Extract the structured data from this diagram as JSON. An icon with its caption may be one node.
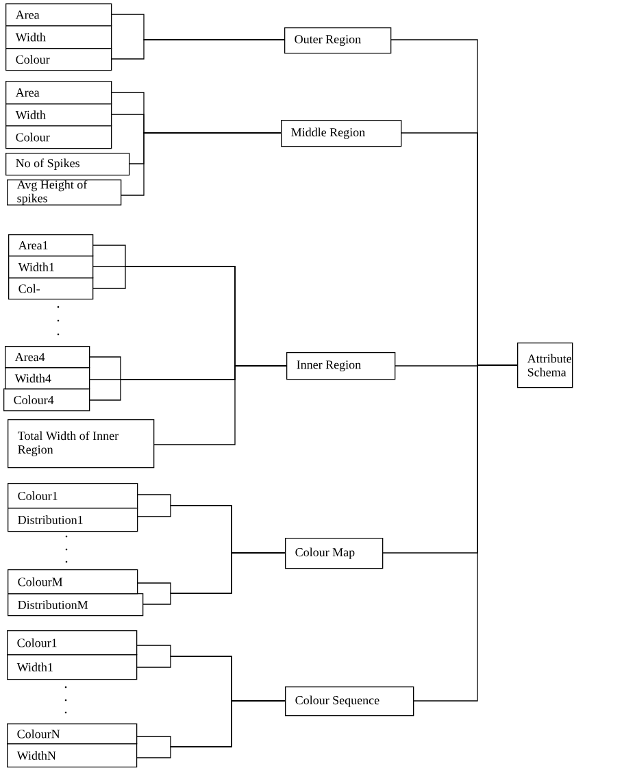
{
  "diagram": {
    "nodes": [
      {
        "text": [
          "Area"
        ]
      },
      {
        "text": [
          "Width"
        ]
      },
      {
        "text": [
          "Colour"
        ]
      },
      {
        "text": [
          "Outer Region"
        ]
      },
      {
        "text": [
          "Area"
        ]
      },
      {
        "text": [
          "Width"
        ]
      },
      {
        "text": [
          "Colour"
        ]
      },
      {
        "text": [
          "No of Spikes"
        ]
      },
      {
        "text": [
          "Avg Height of spikes"
        ]
      },
      {
        "text": [
          "Middle Region"
        ]
      },
      {
        "text": [
          "Area1"
        ]
      },
      {
        "text": [
          "Width1"
        ]
      },
      {
        "text": [
          "Col-"
        ]
      },
      {
        "text": [
          "Area4"
        ]
      },
      {
        "text": [
          "Width4"
        ]
      },
      {
        "text": [
          "Colour4"
        ]
      },
      {
        "text": [
          "Total Width of Inner Region"
        ]
      },
      {
        "text": [
          "Inner Region"
        ]
      },
      {
        "text": [
          "Colour1"
        ]
      },
      {
        "text": [
          "Distribution1"
        ]
      },
      {
        "text": [
          "ColourM"
        ]
      },
      {
        "text": [
          "DistributionM"
        ]
      },
      {
        "text": [
          "Colour Map"
        ]
      },
      {
        "text": [
          "Colour1"
        ]
      },
      {
        "text": [
          "Width1"
        ]
      },
      {
        "text": [
          "ColourN"
        ]
      },
      {
        "text": [
          "WidthN"
        ]
      },
      {
        "text": [
          "Colour Sequence"
        ]
      },
      {
        "text": [
          "Attribute Schema"
        ]
      }
    ],
    "edges": [
      {
        "from": 0,
        "to": 3,
        "arrow": "none"
      },
      {
        "from": 2,
        "to": 3,
        "arrow": "none"
      },
      {
        "from": 4,
        "to": 9,
        "arrow": "none"
      },
      {
        "from": 5,
        "to": 9,
        "arrow": "none"
      },
      {
        "from": 7,
        "to": 9,
        "arrow": "none"
      },
      {
        "from": 8,
        "to": 9,
        "arrow": "none"
      },
      {
        "from": 10,
        "to": 17,
        "arrow": "none"
      },
      {
        "from": 11,
        "to": 17,
        "arrow": "none"
      },
      {
        "from": 12,
        "to": 17,
        "arrow": "none"
      },
      {
        "from": 13,
        "to": 17,
        "arrow": "none"
      },
      {
        "from": 14,
        "to": 17,
        "arrow": "none"
      },
      {
        "from": 15,
        "to": 17,
        "arrow": "none"
      },
      {
        "from": 16,
        "to": 17,
        "arrow": "none"
      },
      {
        "from": 18,
        "to": 22,
        "arrow": "none"
      },
      {
        "from": 19,
        "to": 22,
        "arrow": "none"
      },
      {
        "from": 20,
        "to": 22,
        "arrow": "none"
      },
      {
        "from": 21,
        "to": 22,
        "arrow": "none"
      },
      {
        "from": 23,
        "to": 27,
        "arrow": "none"
      },
      {
        "from": 24,
        "to": 27,
        "arrow": "none"
      },
      {
        "from": 25,
        "to": 27,
        "arrow": "none"
      },
      {
        "from": 26,
        "to": 27,
        "arrow": "none"
      },
      {
        "from": 3,
        "to": 28,
        "arrow": "none"
      },
      {
        "from": 9,
        "to": 28,
        "arrow": "none"
      },
      {
        "from": 17,
        "to": 28,
        "arrow": "none"
      },
      {
        "from": 22,
        "to": 28,
        "arrow": "none"
      },
      {
        "from": 27,
        "to": 28,
        "arrow": "none"
      }
    ]
  }
}
